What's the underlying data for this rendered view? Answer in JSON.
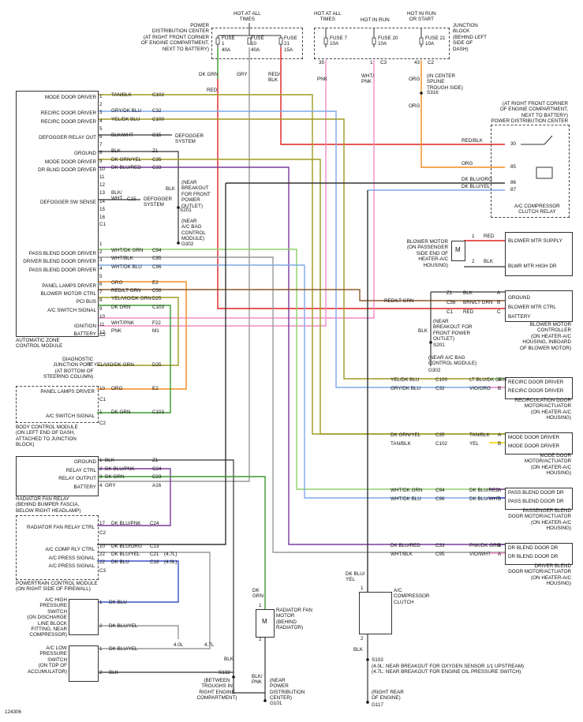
{
  "figure_id": "124306",
  "colors": {
    "green": "#3a9a2c",
    "red": "#e02020",
    "orange": "#f08c1e",
    "blue": "#3c53c8",
    "purple": "#7a3a9a",
    "pink": "#f08cc8",
    "lightgreen": "#8fd06a",
    "lightblue": "#7fa8e8",
    "yellow": "#f2d200",
    "olive": "#a09a20",
    "brown": "#8a5a2a",
    "gray": "#999999",
    "dark": "#333333"
  },
  "header": {
    "hot_all_times_1": "HOT AT ALL\nTIMES",
    "power_dist_center": "POWER\nDISTRIBUTION CENTER\n(AT RIGHT FRONT CORNER\nOF ENGINE COMPARTMENT,\nNEXT TO BATTERY)",
    "hot_all_times_2": "HOT AT ALL\nTIMES",
    "hot_in_run": "HOT IN RUN",
    "hot_run_start": "HOT IN RUN\nOR START",
    "junction_block": "JUNCTION\nBLOCK\n(BEHIND LEFT\nSIDE OF\nDASH)",
    "fuses": [
      {
        "name": "FUSE\n1\n40A"
      },
      {
        "name": "FUSE\n10\n40A"
      },
      {
        "name": "FUSE\n21\n15A"
      },
      {
        "name": "FUSE 7\n10A"
      },
      {
        "name": "FUSE 20\n10A"
      },
      {
        "name": "FUSE 21\n10A"
      }
    ],
    "pins": [
      "35",
      "1",
      "C3",
      "43",
      "C2"
    ],
    "wires": {
      "dk_grn": "DK GRN",
      "gry": "GRY",
      "red_blk": "RED/\nBLK",
      "red": "RED",
      "pnk": "PNK",
      "wht_pnk": "WHT/\nPNK",
      "org": "ORG",
      "org2": "ORG"
    },
    "spline_note": "(IN CENTER\nSPLINE\nTROUGH SIDE)",
    "s316": "S316"
  },
  "azc": {
    "label": "AUTOMATIC ZONE\nCONTROL MODULE",
    "c1_pins": [
      {
        "name": "MODE DOOR DRIVER",
        "pin": "1",
        "wire": "TAN/BLK",
        "ckt": "C102"
      },
      {
        "name": "",
        "pin": "2",
        "wire": "",
        "ckt": ""
      },
      {
        "name": "RECIRC DOOR DRIVER",
        "pin": "3",
        "wire": "GRY/DK BLU",
        "ckt": "C32"
      },
      {
        "name": "RECIRC DOOR DRIVER",
        "pin": "4",
        "wire": "YEL/DK BLU",
        "ckt": "C100"
      },
      {
        "name": "",
        "pin": "5",
        "wire": "",
        "ckt": ""
      },
      {
        "name": "DEFOGGER RELAY OUT",
        "pin": "6",
        "wire": "BLK/WHT",
        "ckt": "C15"
      },
      {
        "name": "",
        "pin": "7",
        "wire": "",
        "ckt": ""
      },
      {
        "name": "GROUND",
        "pin": "8",
        "wire": "BLK",
        "ckt": "Z1"
      },
      {
        "name": "MODE DOOR DRIVER",
        "pin": "9",
        "wire": "DK GRN/YEL",
        "ckt": "C35"
      },
      {
        "name": "DR BLND DOOR DRIVER",
        "pin": "10",
        "wire": "DK BLU/RED",
        "ckt": "C33"
      },
      {
        "name": "",
        "pin": "11",
        "wire": "",
        "ckt": ""
      },
      {
        "name": "",
        "pin": "12",
        "wire": "",
        "ckt": ""
      },
      {
        "name": "",
        "pin": "13",
        "wire": "",
        "ckt": ""
      },
      {
        "name": "DEFOGGER SW SENSE",
        "pin": "14",
        "wire": "",
        "ckt": ""
      },
      {
        "name": "",
        "pin": "15",
        "wire": "",
        "ckt": ""
      },
      {
        "name": "",
        "pin": "16",
        "wire": "",
        "ckt": ""
      }
    ],
    "defog_sys_1": "DEFOGGER\nSYSTEM",
    "defog_sys_2": "DEFOGGER\nSYSTEM",
    "blk_wht": "BLK/\nWHT",
    "c15": "C15",
    "c1": "C1",
    "c2_pins": [
      {
        "name": "",
        "pin": "1",
        "wire": "",
        "ckt": ""
      },
      {
        "name": "PASS BLEND DOOR DRIVER",
        "pin": "2",
        "wire": "WHT/DK GRN",
        "ckt": "C94"
      },
      {
        "name": "DRIVER BLEND DOOR DRIVER",
        "pin": "3",
        "wire": "WHT/BLK",
        "ckt": "C95"
      },
      {
        "name": "PASS BLEND DOOR DRIVER",
        "pin": "4",
        "wire": "WHT/DK BLU",
        "ckt": "C96"
      },
      {
        "name": "",
        "pin": "5",
        "wire": "",
        "ckt": ""
      },
      {
        "name": "PANEL LAMPS DRIVER",
        "pin": "6",
        "wire": "ORG",
        "ckt": "E2"
      },
      {
        "name": "BLOWER MOTOR CTRL",
        "pin": "7",
        "wire": "RED/LT GRN",
        "ckt": "C56"
      },
      {
        "name": "PCI BUS",
        "pin": "8",
        "wire": "YEL/VIO/DK GRN",
        "ckt": "D25"
      },
      {
        "name": "A/C SWITCH SIGNAL",
        "pin": "9",
        "wire": "DK GRN",
        "ckt": "C103"
      },
      {
        "name": "",
        "pin": "10",
        "wire": "",
        "ckt": ""
      },
      {
        "name": "IGNITION",
        "pin": "11",
        "wire": "WHT/PNK",
        "ckt": "F22"
      },
      {
        "name": "BATTERY",
        "pin": "12",
        "wire": "PNK",
        "ckt": "M1"
      }
    ],
    "c2": "C2",
    "blk": "BLK",
    "s201_note": "(NEAR\nBREAKOUT\nFOR FRONT\nPOWER\nOUTLET)",
    "s201": "S201",
    "g302_note": "(NEAR\nA/C BAG\nCONTROL\nMODULE)",
    "g302": "G302"
  },
  "diag": {
    "label": "DIAGNOSTIC\nJUNCTION PORT\n(AT BOTTOM OF\nSTEERING COLUMN)",
    "pin": "3",
    "wire": "YEL/VIO/DK GRN",
    "ckt": "D25"
  },
  "bcm": {
    "label": "BODY CONTROL MODULE\n(ON LEFT END OF DASH,\nATTACHED TO JUNCTION\nBLOCK)",
    "rows": [
      {
        "name": "PANEL LAMPS DRIVER",
        "pin": "10",
        "wire": "ORG",
        "ckt": "E2"
      },
      {
        "name": "A/C SWITCH SIGNAL",
        "pin": "1",
        "wire": "DK GRN",
        "ckt": "C103"
      }
    ],
    "c1": "C1",
    "c2": "C2"
  },
  "rfr": {
    "label": "RADIATOR FAN RELAY\n(BEHIND BUMPER FASCIA,\nBELOW RIGHT HEADLAMP)",
    "rows": [
      {
        "name": "GROUND",
        "pin": "1",
        "wire": "BLK",
        "ckt": "Z1"
      },
      {
        "name": "RELAY CTRL",
        "pin": "2",
        "wire": "DK BLU/PNK",
        "ckt": "C24"
      },
      {
        "name": "RELAY OUTPUT",
        "pin": "3",
        "wire": "DK GRN",
        "ckt": "C23"
      },
      {
        "name": "BATTERY",
        "pin": "4",
        "wire": "GRY",
        "ckt": "A16"
      }
    ]
  },
  "pcm": {
    "label": "POWERTRAIN CONTROL MODULE\n(ON RIGHT SIDE OF FIREWALL)",
    "rows": [
      {
        "name": "RADIATOR FAN RELAY CTRL",
        "pin": "17",
        "wire": "DK BLU/PNK",
        "ckt": "C24"
      },
      {
        "name": "A/C COMP RLY CTRL",
        "pin": "10",
        "wire": "DK BLU/ORG",
        "ckt": "C13"
      },
      {
        "name": "A/C PRESS SIGNAL",
        "pin": "22",
        "wire": "DK BLU/YEL",
        "ckt": "C21"
      },
      {
        "name": "A/C PRESS SIGNAL",
        "pin": "22",
        "wire": "DK BLU",
        "ckt": "C18"
      }
    ],
    "c2": "C2",
    "c3": "C3",
    "v47": "(4.7L)",
    "v40": "(4.0L)"
  },
  "hps": {
    "label": "A/C HIGH\nPRESSURE\nSWITCH\n(ON DISCHARGE\nLINE BLOCK\nFITTING, NEAR\nCOMPRESSOR)",
    "p1": "1",
    "w1": "DK BLU",
    "p2": "2",
    "w2": "DK BLU/YEL",
    "l40": "4.0L",
    "l47": "4.7L"
  },
  "lps": {
    "label": "A/C LOW\nPRESSURE\nSWITCH\n(ON TOP OF\nACCUMULATOR)",
    "p1": "1",
    "w1": "DK BLU/YEL",
    "p2": "2",
    "w2": "BLK"
  },
  "ground": {
    "blk": "BLK",
    "s132": "S132",
    "s132_note": "(BETWEEN\nTROUGHS IN\nRIGHT ENGINE\nCOMPARTMENT)",
    "blk_pnk": "BLK/\nPNK",
    "g101_note": "(NEAR\nPOWER\nDISTRIBUTION\nCENTER)",
    "g101": "G101"
  },
  "fan": {
    "label": "RADIATOR FAN\nMOTOR\n(BEHIND\nRADIATOR)",
    "wire": "DK\nGRN",
    "p1": "1",
    "p2": "2",
    "m": "M"
  },
  "comp_relay": {
    "loc": "(AT RIGHT FRONT CORNER\nOF ENGINE COMPARTMENT,\nNEXT TO BATTERY)\nPOWER DISTRIBUTION CENTER",
    "label": "A/C COMPRESSOR\nCLUTCH RELAY",
    "rows": [
      {
        "wire": "RED/BLK",
        "pin": "30"
      },
      {
        "wire": "ORG",
        "pin": "85"
      },
      {
        "wire": "DK BLU/ORG",
        "pin": "86"
      },
      {
        "wire": "DK BLU/YEL",
        "pin": "87"
      }
    ]
  },
  "blower_motor": {
    "label": "BLOWER MOTOR\n(ON PASSENGER\nSIDE END OF\nHEATER-A/C\nHOUSING)",
    "m": "M",
    "p1": "1",
    "w1": "RED",
    "p2": "2",
    "w2": "BLK",
    "t1": "BLOWER MTR SUPPLY",
    "t2": "BLWR MTR HIGH DR"
  },
  "bmc": {
    "label": "BLOWER MOTOR\nCONTROLLER\n(ON HEATER-A/C\nHOUSING, INBOARD\nOF BLOWER MOTOR)",
    "rows": [
      {
        "ckt": "Z1",
        "wire": "BLK",
        "pin": "A",
        "name": "GROUND"
      },
      {
        "ckt": "C56",
        "wire": "BRN/LT GRN",
        "pin": "B",
        "name": "BLOWER MTR CTRL"
      },
      {
        "ckt": "C1",
        "wire": "RED",
        "pin": "C",
        "name": "BATTERY"
      }
    ],
    "red_lt_grn": "RED/LT GRN",
    "blk": "BLK",
    "s201_note": "(NEAR\nBREAKOUT FOR\nFRONT POWER\nOUTLET)",
    "s201": "S201",
    "g302_note": "(NEAR A/C BAG\nCONTROL MODULE)",
    "g302": "G302"
  },
  "recirc": {
    "label": "RECIRCULATION DOOR\nMOTOR/ACTUATOR\n(ON HEATER-A/C\nHOUSING)",
    "rows": [
      {
        "left": "YEL/DK BLU",
        "ckt": "C100",
        "wire": "LT BLU/DK GRN",
        "pin": "A",
        "name": "RECIRC DOOR DRIVER"
      },
      {
        "left": "GRY/DK BLU",
        "ckt": "C32",
        "wire": "VIO/ORG",
        "pin": "B",
        "name": "RECIRC DOOR DRIVER"
      }
    ]
  },
  "mode": {
    "label": "MODE DOOR\nMOTOR/ACTUATOR\n(ON HEATER-A/C\nHOUSING)",
    "rows": [
      {
        "left": "DK GRN/YEL",
        "ckt": "C35",
        "wire": "TAN/BLK",
        "pin": "A",
        "name": "MODE DOOR DRIVER"
      },
      {
        "left": "TAN/BLK",
        "ckt": "C102",
        "wire": "YEL",
        "pin": "B",
        "name": "MODE DOOR DRIVER"
      }
    ]
  },
  "pass": {
    "label": "PASSENGER BLEND\nDOOR MOTOR/ACTUATOR\n(ON HEATER-A/C\nHOUSING)",
    "rows": [
      {
        "left": "WHT/DK GRN",
        "ckt": "C94",
        "wire": "DK BLU/RED",
        "pin": "A",
        "name": "PASS BLEND DOOR DR"
      },
      {
        "left": "WHT/DK BLU",
        "ckt": "C96",
        "wire": "DK BLU/WHT",
        "pin": "B",
        "name": "PASS BLEND DOOR DR"
      }
    ]
  },
  "driver": {
    "label": "DRIVER BLEND\nDOOR MOTOR/ACTUATOR\n(ON HEATER-A/C\nHOUSING)",
    "rows": [
      {
        "left": "DK BLU/RED",
        "ckt": "C33",
        "wire": "PNK/DK GRN",
        "pin": "B",
        "name": "DR BLEND DOOR DR"
      },
      {
        "left": "WHT/BLK",
        "ckt": "C95",
        "wire": "VIO/WHT",
        "pin": "A",
        "name": "DR BLEND DOOR DR"
      }
    ]
  },
  "clutch": {
    "wire": "DK BLU/\nYEL",
    "label": "A/C\nCOMPRESSOR\nCLUTCH",
    "p1": "1",
    "p2": "2",
    "blk": "BLK",
    "s103": "S103",
    "s103_note": "(4.0L: NEAR BREAKOUT FOR OXYGEN SENSOR 1/1 UPSTREAM)\n(4.7L: NEAR BREAKOUT FOR ENGINE OIL PRESSURE SWITCH)",
    "g117_note": "(RIGHT REAR\nOF ENGINE)",
    "g117": "G117"
  }
}
